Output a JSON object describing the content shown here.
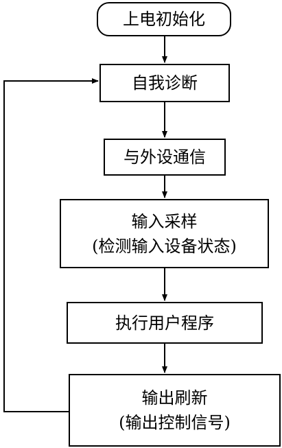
{
  "diagram": {
    "nodes": [
      {
        "id": "init",
        "lines": [
          "上电初始化"
        ]
      },
      {
        "id": "selfdiag",
        "lines": [
          "自我诊断"
        ]
      },
      {
        "id": "comm",
        "lines": [
          "与外设通信"
        ]
      },
      {
        "id": "input",
        "lines": [
          "输入采样",
          "(检测输入设备状态)"
        ]
      },
      {
        "id": "exec",
        "lines": [
          "执行用户程序"
        ]
      },
      {
        "id": "output",
        "lines": [
          "输出刷新",
          "(输出控制信号)"
        ]
      }
    ],
    "edges": [
      {
        "from": "init",
        "to": "selfdiag"
      },
      {
        "from": "selfdiag",
        "to": "comm"
      },
      {
        "from": "comm",
        "to": "input"
      },
      {
        "from": "input",
        "to": "exec"
      },
      {
        "from": "exec",
        "to": "output"
      },
      {
        "from": "output",
        "to": "selfdiag",
        "type": "loop-back"
      }
    ]
  }
}
